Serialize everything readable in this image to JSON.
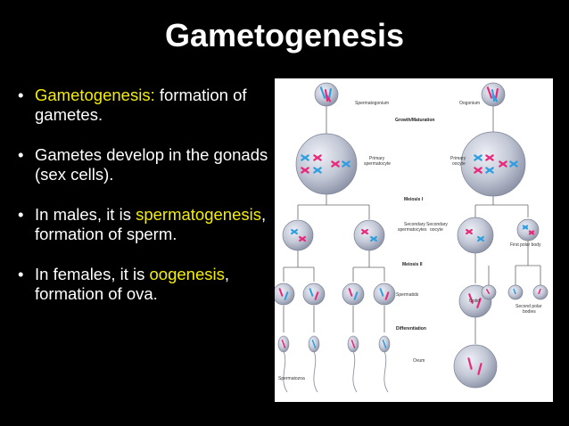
{
  "slide": {
    "title": "Gametogenesis",
    "bullets": [
      {
        "parts": [
          {
            "text": "Gametogenesis:",
            "highlight": true
          },
          {
            "text": " formation of gametes.",
            "highlight": false
          }
        ]
      },
      {
        "parts": [
          {
            "text": "Gametes develop in the gonads (sex cells).",
            "highlight": false
          }
        ]
      },
      {
        "parts": [
          {
            "text": "In males, it is ",
            "highlight": false
          },
          {
            "text": "spermatogenesis",
            "highlight": true
          },
          {
            "text": ", formation of sperm.",
            "highlight": false
          }
        ]
      },
      {
        "parts": [
          {
            "text": "In females, it is ",
            "highlight": false
          },
          {
            "text": "oogenesis",
            "highlight": true
          },
          {
            "text": ", formation of ova.",
            "highlight": false
          }
        ]
      }
    ],
    "bullet_glyph": "•"
  },
  "diagram": {
    "labels": {
      "spermatogonium": "Spermatogonium",
      "oogonium": "Oogonium",
      "growth": "Growth/Maturation",
      "primary_spermatocyte_1": "Primary",
      "primary_spermatocyte_2": "spermatocyte",
      "primary_oocyte_1": "Primary",
      "primary_oocyte_2": "oocyte",
      "meiosis1": "Meiosis I",
      "secondary_spermatocytes_1": "Secondary",
      "secondary_spermatocytes_2": "spermatocytes",
      "secondary_oocyte_1": "Secondary",
      "secondary_oocyte_2": "oocyte",
      "first_polar_body": "First polar body",
      "meiosis2": "Meiosis II",
      "spermatids": "Spermatids",
      "ootid": "Ootid",
      "second_polar_1": "Second polar",
      "second_polar_2": "bodies",
      "differentiation": "Differentiation",
      "ovum": "Ovum",
      "spermatozoa": "Spermatozoa"
    },
    "colors": {
      "cell_fill": "#b9bfcf",
      "cell_edge": "#7b8295",
      "chrom_pink": "#e8287a",
      "chrom_blue": "#2e9ee0",
      "line": "#555555"
    }
  }
}
